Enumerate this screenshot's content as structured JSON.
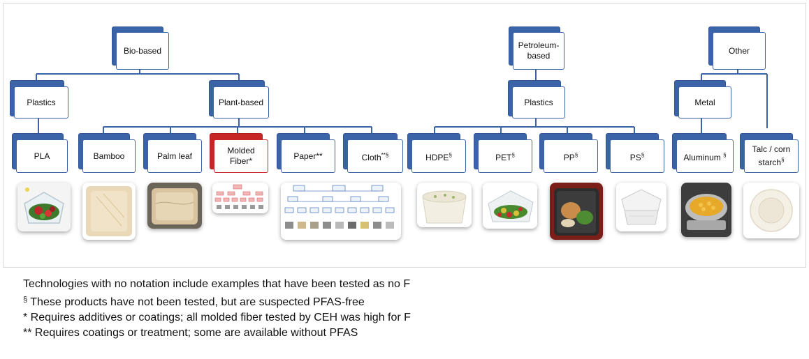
{
  "diagram": {
    "bio_based": "Bio-based",
    "bio_plastics": "Plastics",
    "plant_based": "Plant-based",
    "pla": "PLA",
    "bamboo": "Bamboo",
    "palm_leaf": "Palm leaf",
    "molded_fiber_1": "Molded",
    "molded_fiber_2": "Fiber",
    "molded_fiber_mark": "*",
    "paper": "Paper",
    "paper_mark": "**",
    "cloth": "Cloth",
    "cloth_mark": "**§",
    "petroleum_1": "Petroleum-",
    "petroleum_2": "based",
    "petro_plastics": "Plastics",
    "hdpe": "HDPE",
    "hdpe_mark": "§",
    "pet": "PET",
    "pet_mark": "§",
    "pp": "PP",
    "pp_mark": "§",
    "ps": "PS",
    "ps_mark": "§",
    "other": "Other",
    "metal": "Metal",
    "aluminum": "Aluminum",
    "aluminum_mark": "§",
    "talc_1": "Talc / corn",
    "talc_2": "starch",
    "talc_mark": "§",
    "highlight_color": "#c62626",
    "box_color": "#3a63a8"
  },
  "notes": {
    "line1": "Technologies with no notation include examples that have been tested as no F",
    "line2_symbol": "§",
    "line2": " These products have not been tested, but are suspected PFAS-free",
    "line3": "* Requires additives or coatings; all molded fiber tested by CEH was high for F",
    "line4": "** Requires coatings or treatment; some are available without PFAS"
  }
}
